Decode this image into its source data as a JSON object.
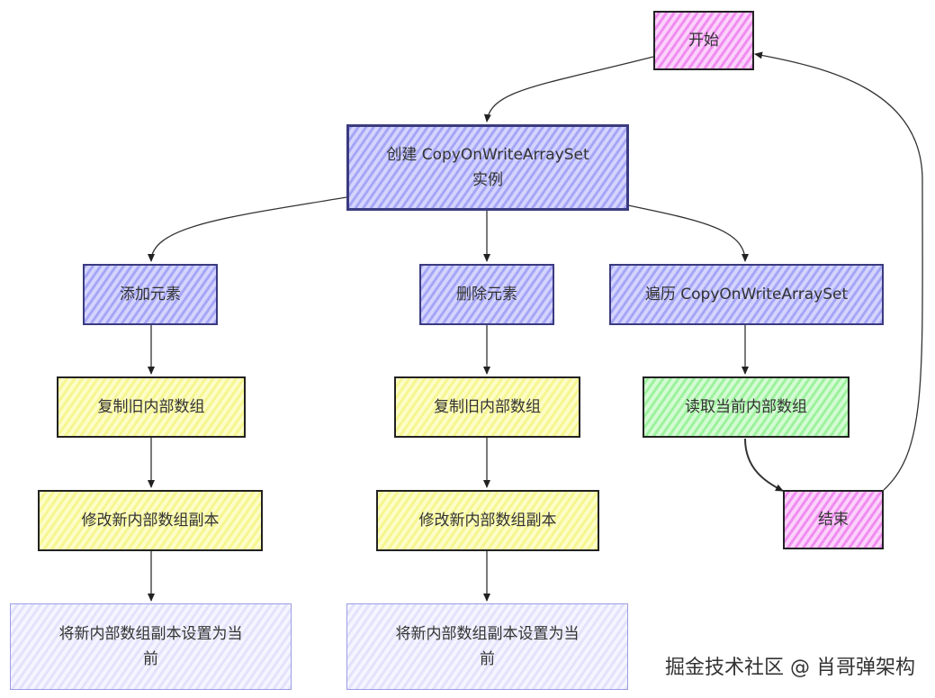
{
  "diagram": {
    "nodes": {
      "start": "开始",
      "create_line1": "创建 CopyOnWriteArraySet",
      "create_line2": "实例",
      "add": "添加元素",
      "remove": "删除元素",
      "iterate": "遍历 CopyOnWriteArraySet",
      "copy_left": "复制旧内部数组",
      "copy_mid": "复制旧内部数组",
      "read": "读取当前内部数组",
      "modify_left": "修改新内部数组副本",
      "modify_mid": "修改新内部数组副本",
      "end": "结束",
      "set_left_line1": "将新内部数组副本设置为当",
      "set_left_line2": "前",
      "set_mid_line1": "将新内部数组副本设置为当",
      "set_mid_line2": "前"
    }
  },
  "watermark": "掘金技术社区 @ 肖哥弹架构"
}
